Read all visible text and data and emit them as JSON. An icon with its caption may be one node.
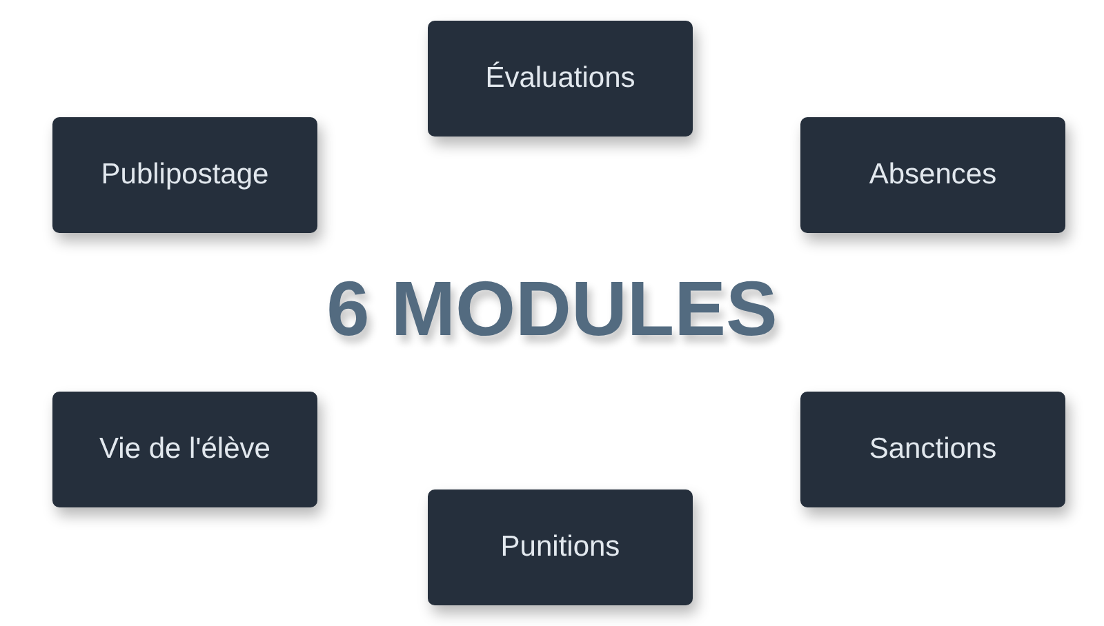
{
  "diagram": {
    "title": "6 MODULES",
    "nodes": [
      {
        "text": [
          "Évaluations"
        ]
      },
      {
        "text": [
          "Publipostage"
        ]
      },
      {
        "text": [
          "Absences"
        ]
      },
      {
        "text": [
          "Vie de l'élève"
        ]
      },
      {
        "text": [
          "Sanctions"
        ]
      },
      {
        "text": [
          "Punitions"
        ]
      }
    ]
  }
}
